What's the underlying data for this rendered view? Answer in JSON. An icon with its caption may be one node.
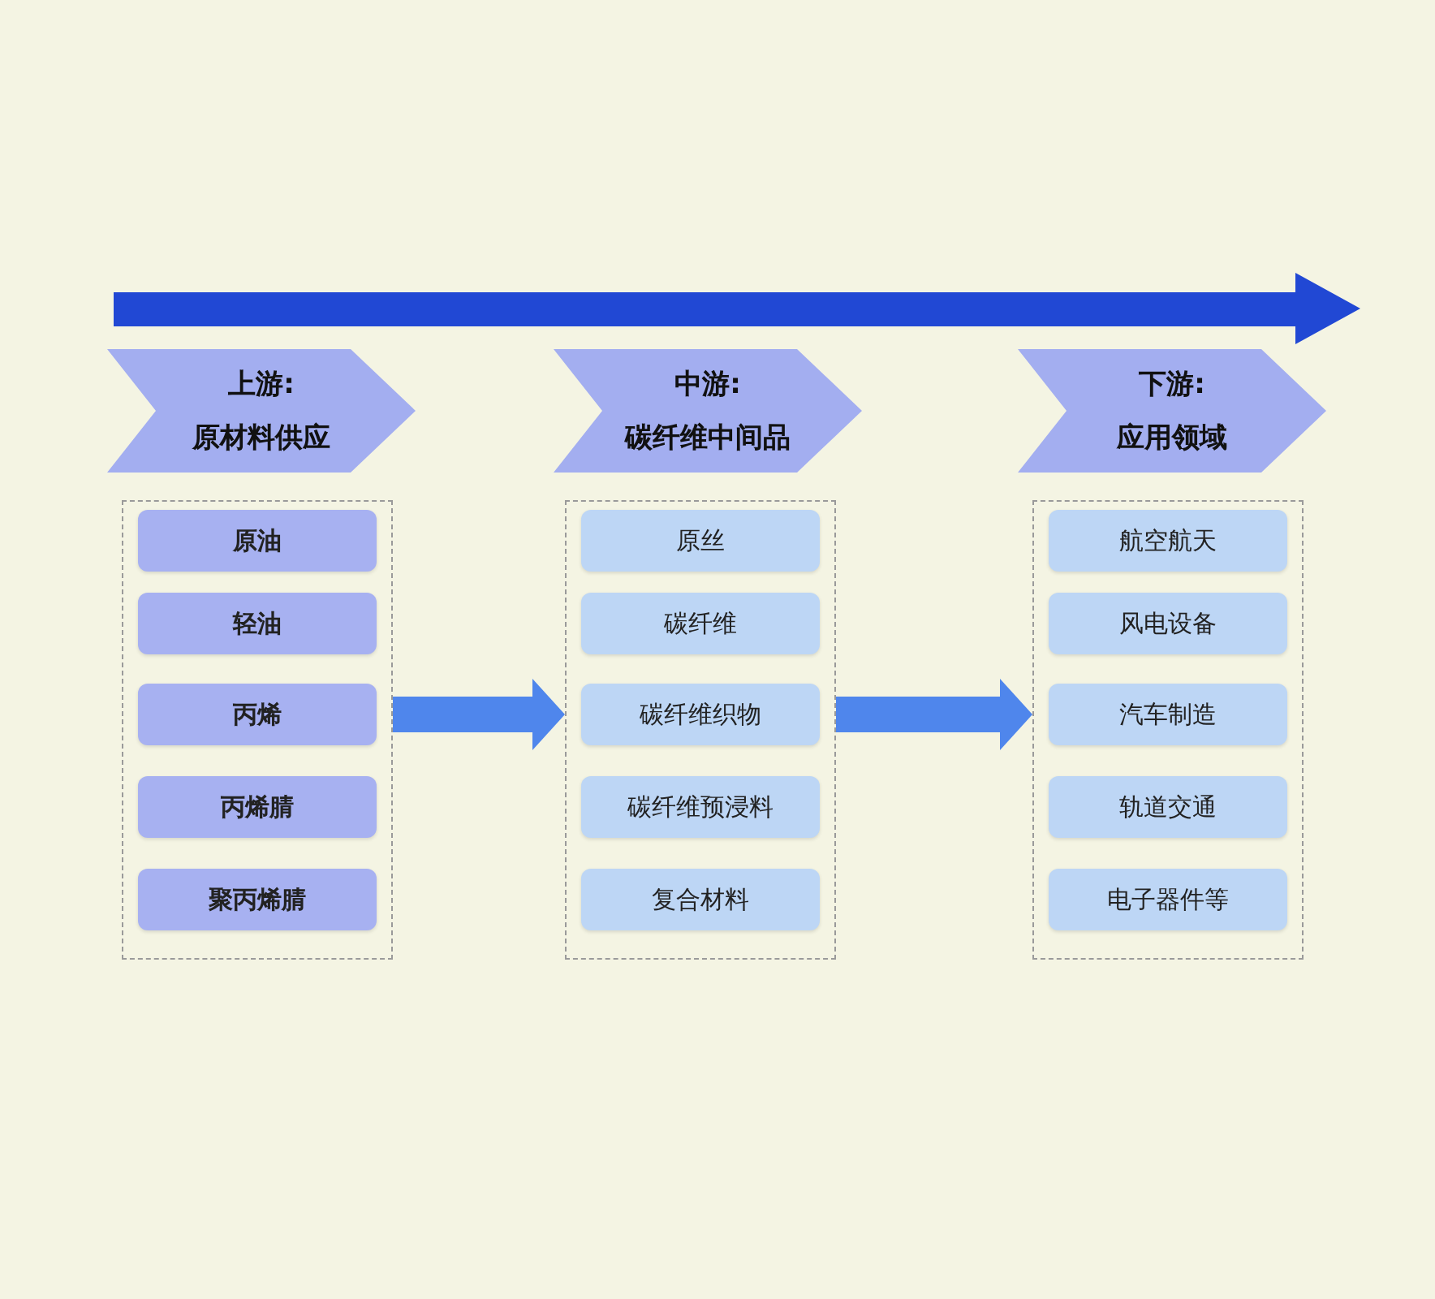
{
  "diagram": {
    "nodes": [
      {
        "text": [
          "上游:",
          "原材料供应"
        ]
      },
      {
        "text": [],
        "shape": "box"
      },
      {
        "text": [
          "原油"
        ],
        "in": 1
      },
      {
        "text": [
          "轻油"
        ],
        "in": 1
      },
      {
        "text": [
          "丙烯"
        ],
        "in": 1
      },
      {
        "text": [
          "丙烯腈"
        ],
        "in": 1
      },
      {
        "text": [
          "聚丙烯腈"
        ],
        "in": 1
      },
      {
        "text": [
          "中游:",
          "碳纤维中间品"
        ]
      },
      {
        "text": [],
        "shape": "box"
      },
      {
        "text": [
          "原丝"
        ],
        "in": 8
      },
      {
        "text": [
          "碳纤维"
        ],
        "in": 8
      },
      {
        "text": [
          "碳纤维织物"
        ],
        "in": 8
      },
      {
        "text": [
          "碳纤维预浸料"
        ],
        "in": 8
      },
      {
        "text": [
          "复合材料"
        ],
        "in": 8
      },
      {
        "text": [
          "下游:",
          "应用领域"
        ]
      },
      {
        "text": [],
        "shape": "box"
      },
      {
        "text": [
          "航空航天"
        ],
        "in": 15
      },
      {
        "text": [
          "风电设备"
        ],
        "in": 15
      },
      {
        "text": [
          "汽车制造"
        ],
        "in": 15
      },
      {
        "text": [
          "轨道交通"
        ],
        "in": 15
      },
      {
        "text": [
          "电子器件等"
        ],
        "in": 15
      }
    ],
    "edges": [
      {
        "from": 1,
        "to": 8,
        "arrow": "to"
      },
      {
        "from": 8,
        "to": 15,
        "arrow": "to"
      }
    ]
  }
}
